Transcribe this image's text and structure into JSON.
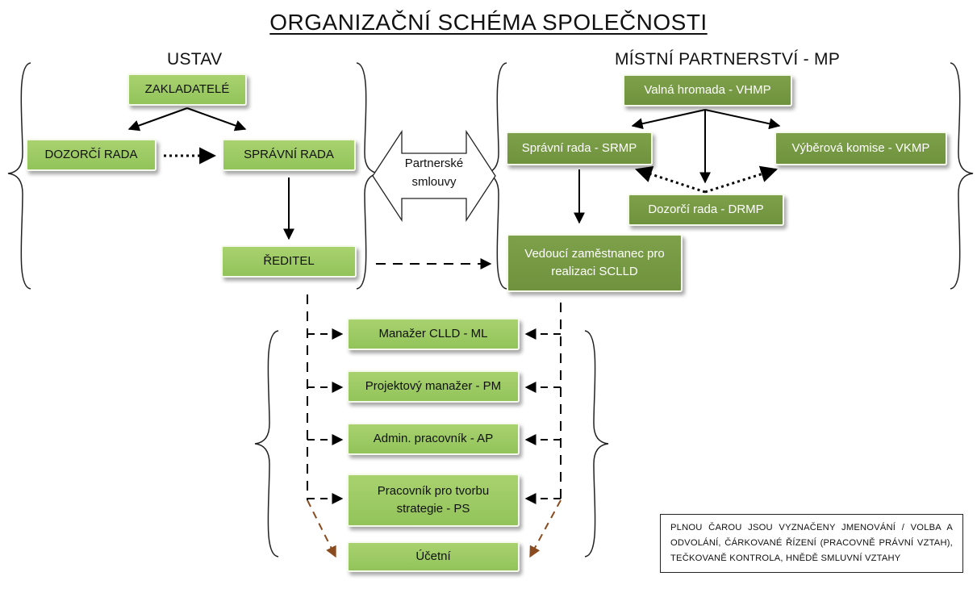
{
  "title": "ORGANIZAČNÍ SCHÉMA SPOLEČNOSTI",
  "sections": {
    "ustav": "USTAV",
    "mp": "MÍSTNÍ PARTNERSTVÍ - MP"
  },
  "ustav_boxes": {
    "zakladatele": "ZAKLADATELÉ",
    "dozorci_rada": "DOZORČÍ RADA",
    "spravni_rada": "SPRÁVNÍ RADA",
    "reditel": "ŘEDITEL"
  },
  "mp_boxes": {
    "valna_hromada": "Valná hromada - VHMP",
    "spravni_rada": "Správní rada - SRMP",
    "vyberova_komise": "Výběrová komise - VKMP",
    "dozorci_rada": "Dozorčí rada - DRMP",
    "vedouci": "Vedoucí zaměstnanec pro realizaci SCLLD"
  },
  "partnerske_smlouvy": "Partnerské smlouvy",
  "staff": [
    "Manažer CLLD - ML",
    "Projektový manažer - PM",
    "Admin. pracovník - AP",
    "Pracovník pro tvorbu strategie - PS",
    "Účetní"
  ],
  "legend_note": "PLNOU ČAROU JSOU VYZNAČENY JMENOVÁNÍ / VOLBA A ODVOLÁNÍ, ČÁRKOVANÉ ŘÍZENÍ (PRACOVNĚ PRÁVNÍ VZTAH), TEČKOVANĚ KONTROLA, HNĚDĚ SMLUVNÍ VZTAHY",
  "colors": {
    "light_box": "#9fcc65",
    "dark_box": "#76983f",
    "contract_arrow": "#8a4b1e"
  }
}
